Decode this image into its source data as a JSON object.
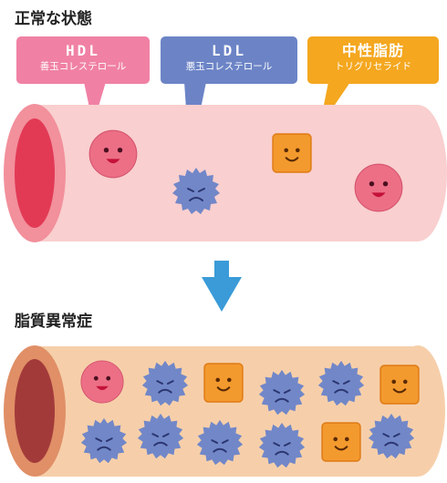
{
  "top": {
    "title": "正常な状態",
    "callouts": [
      {
        "title": "HDL",
        "subtitle": "善玉コレステロール",
        "color": "#f081a4"
      },
      {
        "title": "LDL",
        "subtitle": "悪玉コレステロール",
        "color": "#6c84c6"
      },
      {
        "title": "中性脂肪",
        "subtitle": "トリグリセライド",
        "color": "#f4a71f"
      }
    ]
  },
  "bottom": {
    "title": "脂質異常症"
  },
  "colors": {
    "hdl": "#ec6f86",
    "ldl": "#7187c8",
    "tg": "#f39a2e",
    "arrow": "#3a9bd8",
    "normal_vessel": "#f9cfcf",
    "disease_vessel": "#f6cfaa"
  }
}
